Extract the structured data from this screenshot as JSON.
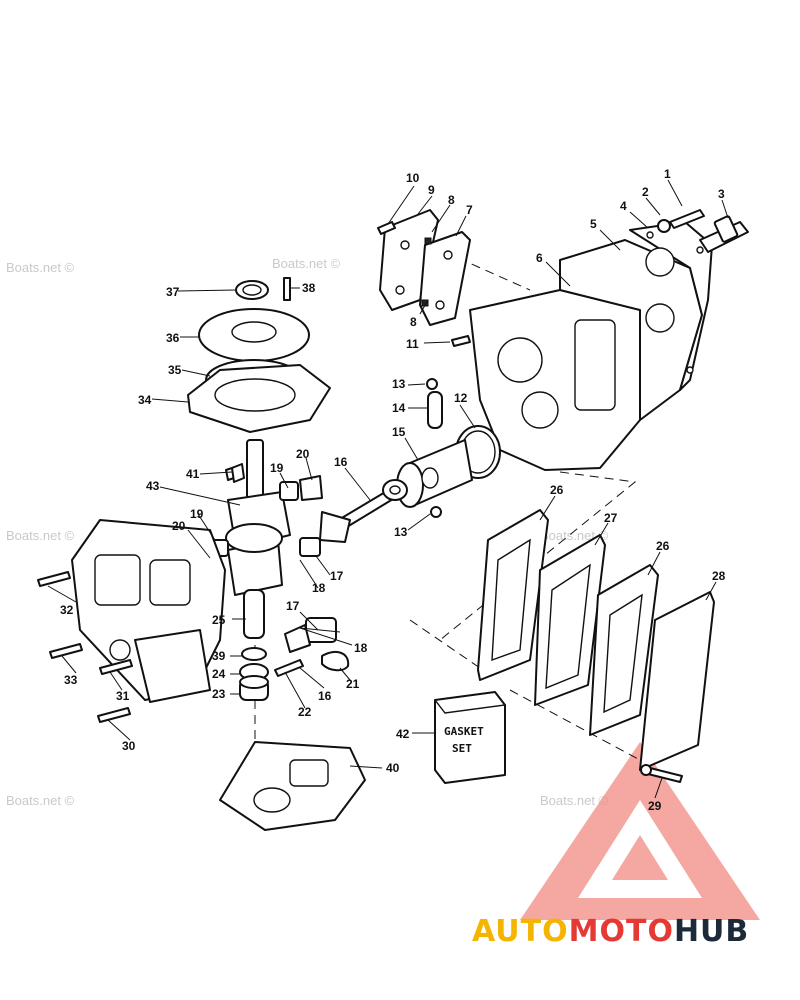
{
  "watermarks": [
    "Boats.net ©",
    "Boats.net ©",
    "Boats.net ©",
    "Boats.net ©",
    "Boats.net ©",
    "Boats.net ©"
  ],
  "gasket_set": {
    "line1": "GASKET",
    "line2": "SET"
  },
  "brand": {
    "part1": "AUTO",
    "part2": "MOTO",
    "part3": "HUB",
    "color1": "#f4b400",
    "color2": "#e53935",
    "color3": "#1c2a3a"
  },
  "logo_color": "#f28b82",
  "callouts": [
    {
      "id": "c1",
      "text": "1"
    },
    {
      "id": "c2",
      "text": "2"
    },
    {
      "id": "c3",
      "text": "3"
    },
    {
      "id": "c4",
      "text": "4"
    },
    {
      "id": "c5",
      "text": "5"
    },
    {
      "id": "c6",
      "text": "6"
    },
    {
      "id": "c7",
      "text": "7"
    },
    {
      "id": "c8a",
      "text": "8"
    },
    {
      "id": "c8b",
      "text": "8"
    },
    {
      "id": "c9",
      "text": "9"
    },
    {
      "id": "c10",
      "text": "10"
    },
    {
      "id": "c11",
      "text": "11"
    },
    {
      "id": "c12",
      "text": "12"
    },
    {
      "id": "c13a",
      "text": "13"
    },
    {
      "id": "c13b",
      "text": "13"
    },
    {
      "id": "c14",
      "text": "14"
    },
    {
      "id": "c15",
      "text": "15"
    },
    {
      "id": "c16a",
      "text": "16"
    },
    {
      "id": "c16b",
      "text": "16"
    },
    {
      "id": "c17a",
      "text": "17"
    },
    {
      "id": "c17b",
      "text": "17"
    },
    {
      "id": "c18a",
      "text": "18"
    },
    {
      "id": "c18b",
      "text": "18"
    },
    {
      "id": "c19a",
      "text": "19"
    },
    {
      "id": "c19b",
      "text": "19"
    },
    {
      "id": "c20a",
      "text": "20"
    },
    {
      "id": "c20b",
      "text": "20"
    },
    {
      "id": "c21",
      "text": "21"
    },
    {
      "id": "c22",
      "text": "22"
    },
    {
      "id": "c23",
      "text": "23"
    },
    {
      "id": "c24",
      "text": "24"
    },
    {
      "id": "c25",
      "text": "25"
    },
    {
      "id": "c26a",
      "text": "26"
    },
    {
      "id": "c26b",
      "text": "26"
    },
    {
      "id": "c27",
      "text": "27"
    },
    {
      "id": "c28",
      "text": "28"
    },
    {
      "id": "c29",
      "text": "29"
    },
    {
      "id": "c30",
      "text": "30"
    },
    {
      "id": "c31",
      "text": "31"
    },
    {
      "id": "c32",
      "text": "32"
    },
    {
      "id": "c33",
      "text": "33"
    },
    {
      "id": "c34",
      "text": "34"
    },
    {
      "id": "c35",
      "text": "35"
    },
    {
      "id": "c36",
      "text": "36"
    },
    {
      "id": "c37",
      "text": "37"
    },
    {
      "id": "c38",
      "text": "38"
    },
    {
      "id": "c39",
      "text": "39"
    },
    {
      "id": "c40",
      "text": "40"
    },
    {
      "id": "c41",
      "text": "41"
    },
    {
      "id": "c42",
      "text": "42"
    },
    {
      "id": "c43",
      "text": "43"
    }
  ]
}
